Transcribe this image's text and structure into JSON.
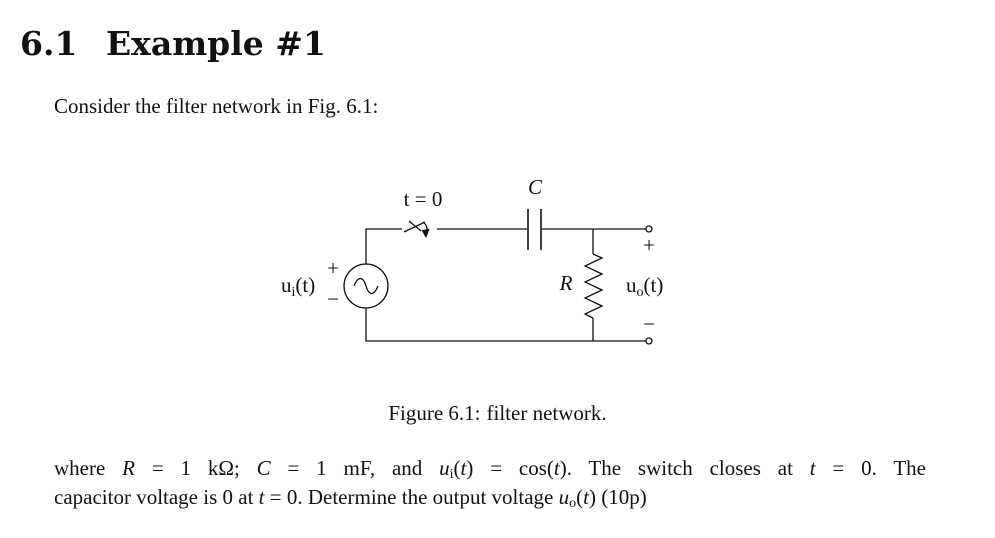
{
  "section": {
    "number": "6.1",
    "title": "Example #1"
  },
  "intro": "Consider the filter network in Fig. 6.1:",
  "figure": {
    "label": "Figure 6.1:",
    "caption": "filter network.",
    "switch_label": "t = 0",
    "capacitor_label": "C",
    "resistor_label": "R",
    "source_label": "u",
    "source_sub": "i",
    "source_arg": "(t)",
    "output_label": "u",
    "output_sub": "o",
    "output_arg": "(t)",
    "source_plus": "+",
    "source_minus": "−",
    "output_plus": "+",
    "output_minus": "−"
  },
  "problem": {
    "l1_a": "where ",
    "l1_R": "R",
    "l1_b": " = 1 kΩ; ",
    "l1_C": "C",
    "l1_c": " = 1 mF, and ",
    "l1_u": "u",
    "l1_sub": "i",
    "l1_d": "(",
    "l1_t1": "t",
    "l1_e": ") = cos(",
    "l1_t2": "t",
    "l1_f": ").  The switch closes at ",
    "l1_t3": "t",
    "l1_g": " = 0.  The",
    "l2_a": "capacitor voltage is 0 at ",
    "l2_t1": "t",
    "l2_b": " = 0. Determine the output voltage ",
    "l2_u": "u",
    "l2_sub": "o",
    "l2_c": "(",
    "l2_t2": "t",
    "l2_d": ") (10p)"
  }
}
